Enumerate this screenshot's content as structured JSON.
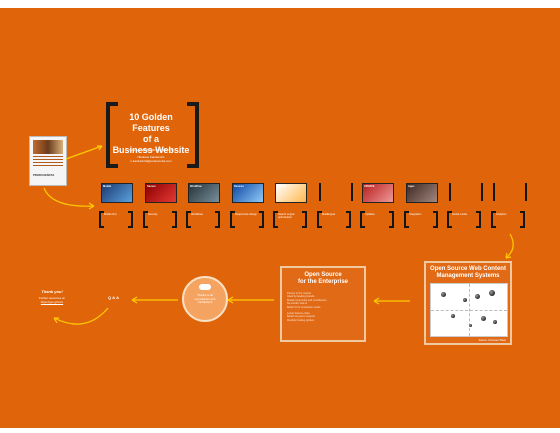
{
  "title": {
    "line1": "10 Golden Features",
    "line2": "of a",
    "line3": "Business Website",
    "date": "5 August 2016, PRODUXENTAS",
    "author_line1": "Nikolaos Kaintantzis",
    "author_line2": "n.kaintantzis@produxenta.com"
  },
  "intro_card": {
    "logo": "PRODUXENTAS"
  },
  "features": [
    {
      "thumb": "Mobile",
      "label": "Mobile first"
    },
    {
      "thumb": "Secure",
      "label": "Security"
    },
    {
      "thumb": "Workflow",
      "label": "Workflows"
    },
    {
      "thumb": "Devices",
      "label": "Responsive design"
    },
    {
      "thumb": "Search",
      "label": "Search engine optimization"
    },
    {
      "thumb": "",
      "label": "Multilingual"
    },
    {
      "thumb": "UPDATE",
      "label": "Updates"
    },
    {
      "thumb": "Apps",
      "label": "Integration"
    },
    {
      "thumb": "",
      "label": "Social media"
    },
    {
      "thumb": "",
      "label": "Analytics"
    }
  ],
  "right_panel": {
    "title_line1": "Open Source Web Content",
    "title_line2": "Management Systems",
    "footer": "Source: Forrester Wave"
  },
  "center_panel": {
    "title_line1": "Open Source",
    "title_line2": "for the Enterprise",
    "bullets": [
      "Proven in the market",
      "Used by leading brands",
      "Broad community and contributors",
      "No vendor lock-in",
      "Better fit for enterprise needs"
    ],
    "bullets2": [
      "Lower license costs",
      "Better long-term support",
      "Flexible hosting options"
    ]
  },
  "circle": {
    "line1": "Thanks to all",
    "line2": "our partners and",
    "line3": "contributors"
  },
  "qa": "Q & A",
  "thankyou": {
    "line1": "Thank you!",
    "line2": "Further resources on",
    "line3": "https://goo.gl/xxxx"
  },
  "colors": {
    "background": "#e0650a",
    "accent": "#ffcc00"
  }
}
